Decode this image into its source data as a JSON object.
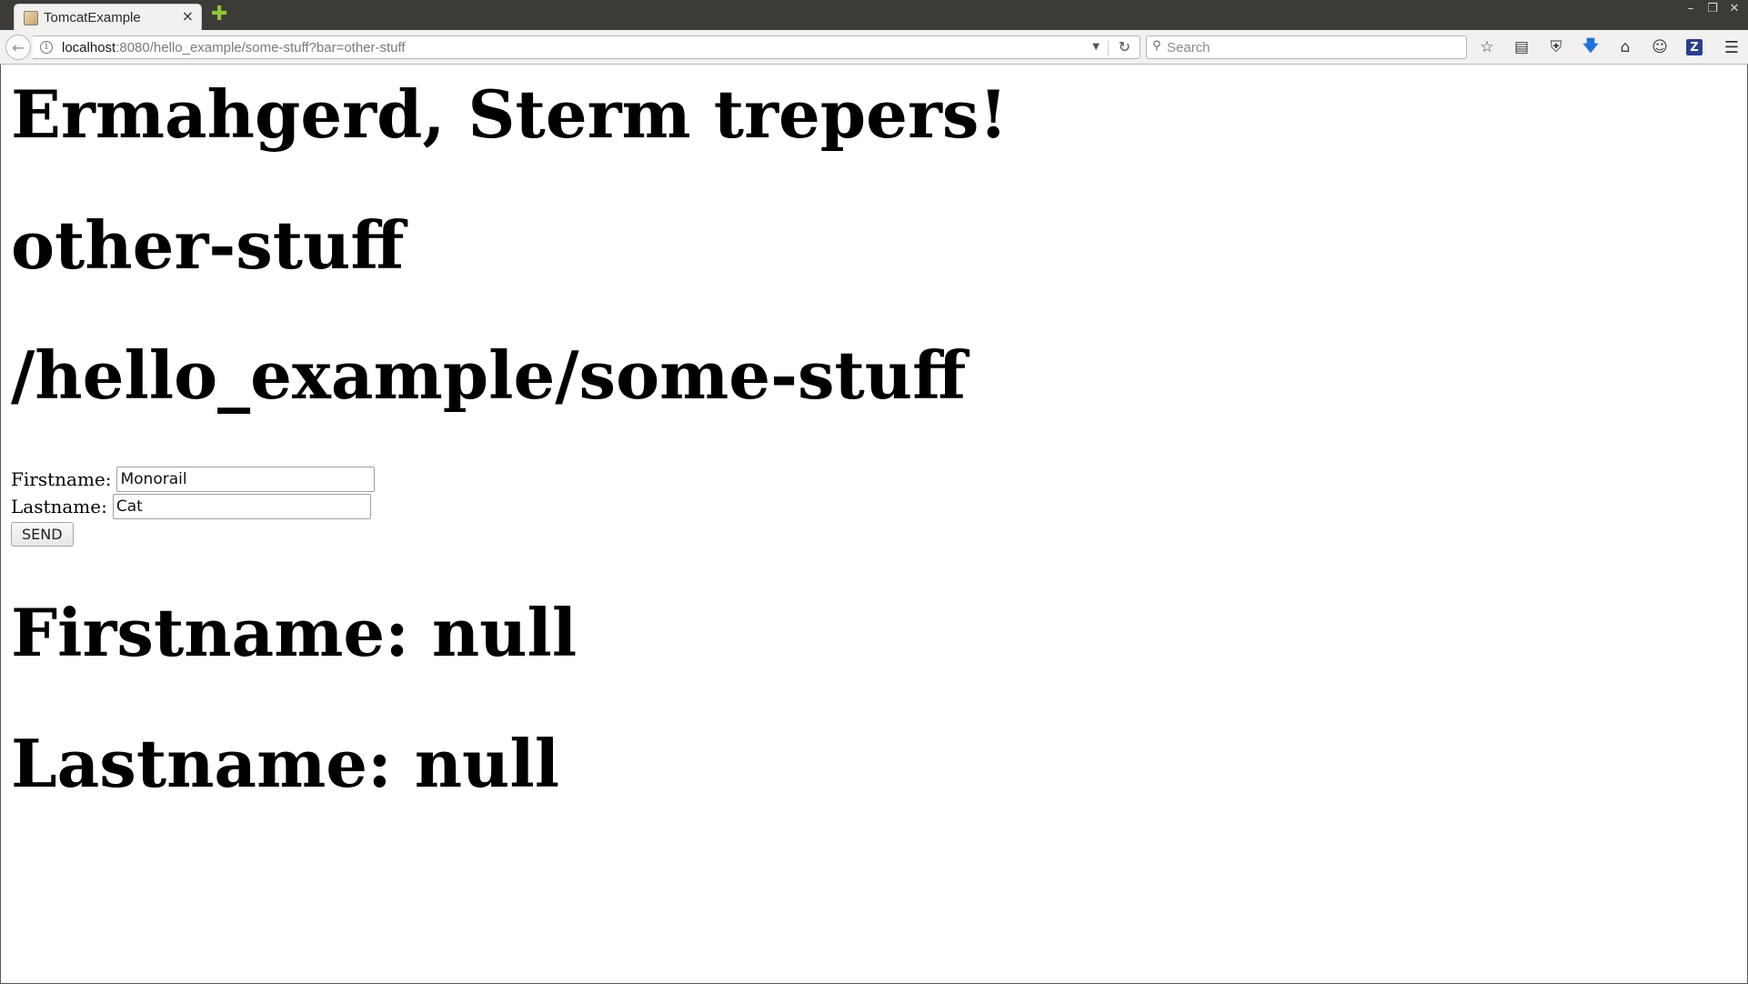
{
  "browser": {
    "tab_title": "TomcatExample",
    "tab_close": "×",
    "new_tab": "✚",
    "window_controls": [
      "–",
      "❐",
      "✕"
    ],
    "url_host": "localhost",
    "url_rest": ":8080/hello_example/some-stuff?bar=other-stuff",
    "search_placeholder": "Search",
    "toolbar_icons": [
      "star-icon",
      "reader-list-icon",
      "pocket-icon",
      "download-icon",
      "home-icon",
      "chat-icon",
      "zotero-icon",
      "menu-icon"
    ]
  },
  "page": {
    "heading1": "Ermahgerd, Sterm trepers!",
    "heading2": "other-stuff",
    "heading3": "/hello_example/some-stuff",
    "form": {
      "firstname_label": "Firstname:",
      "firstname_value": "Monorail",
      "lastname_label": "Lastname:",
      "lastname_value": "Cat",
      "submit_label": "SEND"
    },
    "result_firstname": "Firstname: null",
    "result_lastname": "Lastname: null"
  }
}
